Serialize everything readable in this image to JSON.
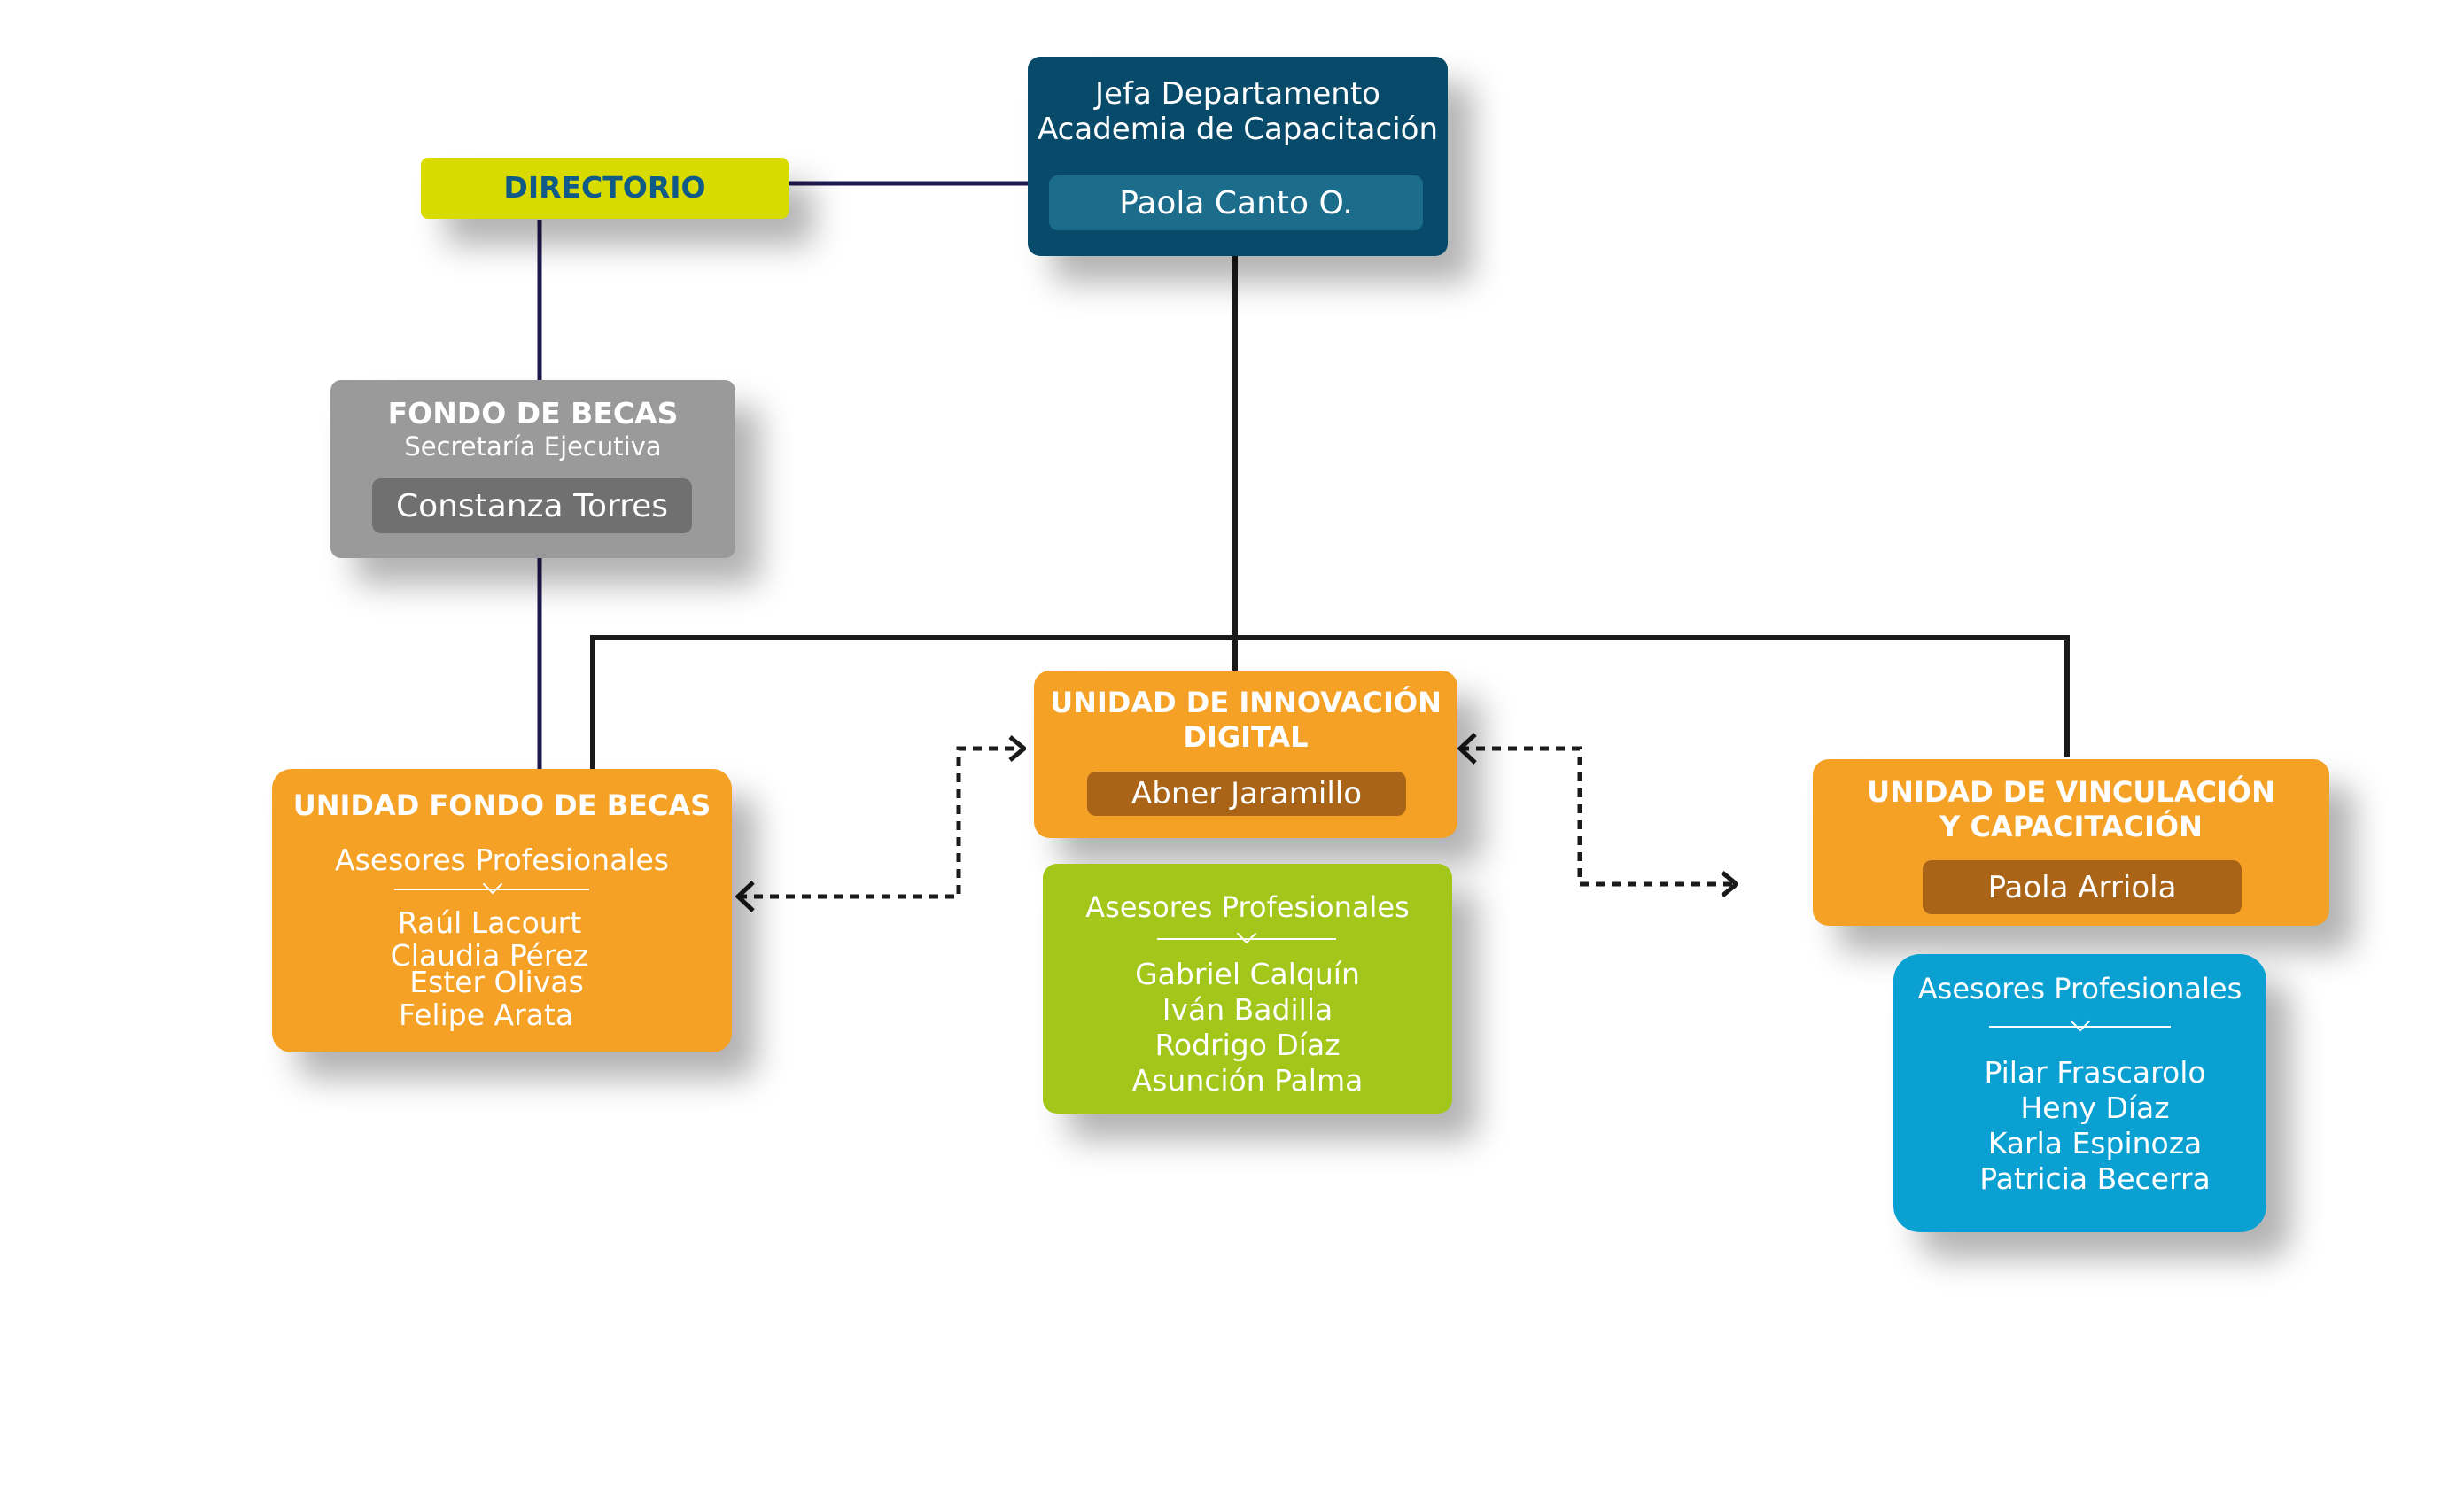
{
  "colors": {
    "head": "#074a6a",
    "head_pill": "#1c6d8c",
    "directorio": "#d9da00",
    "directorio_text": "#0f5a86",
    "fondo": "#9a9a9a",
    "fondo_pill": "#707070",
    "unit": "#f5a126",
    "unit_pill": "#a96418",
    "green": "#a2c61a",
    "blue": "#0aa0d1",
    "connector_navy": "#1f1a4f",
    "connector_black": "#1a1a1a"
  },
  "head": {
    "title_line1": "Jefa Departamento",
    "title_line2": "Academia de Capacitación",
    "name": "Paola Canto O."
  },
  "directorio": {
    "label": "DIRECTORIO"
  },
  "fondo_becas": {
    "title": "FONDO DE BECAS",
    "subtitle": "Secretaría Ejecutiva",
    "name": "Constanza Torres"
  },
  "unidad_fondo": {
    "title": "UNIDAD FONDO DE BECAS",
    "advisors_label": "Asesores Profesionales",
    "advisors": [
      "Raúl Lacourt",
      "Claudia Pérez",
      "Ester Olivas",
      "Felipe Arata"
    ]
  },
  "unidad_innovacion": {
    "title_line1": "UNIDAD DE INNOVACIÓN",
    "title_line2": "DIGITAL",
    "name": "Abner Jaramillo",
    "advisors_label": "Asesores Profesionales",
    "advisors": [
      "Gabriel Calquín",
      "Iván Badilla",
      "Rodrigo Díaz",
      "Asunción Palma"
    ]
  },
  "unidad_vinculacion": {
    "title_line1": "UNIDAD DE VINCULACIÓN",
    "title_line2": "Y CAPACITACIÓN",
    "name": "Paola Arriola",
    "advisors_label": "Asesores Profesionales",
    "advisors": [
      "Pilar Frascarolo",
      "Heny Díaz",
      "Karla Espinoza",
      "Patricia Becerra"
    ]
  }
}
